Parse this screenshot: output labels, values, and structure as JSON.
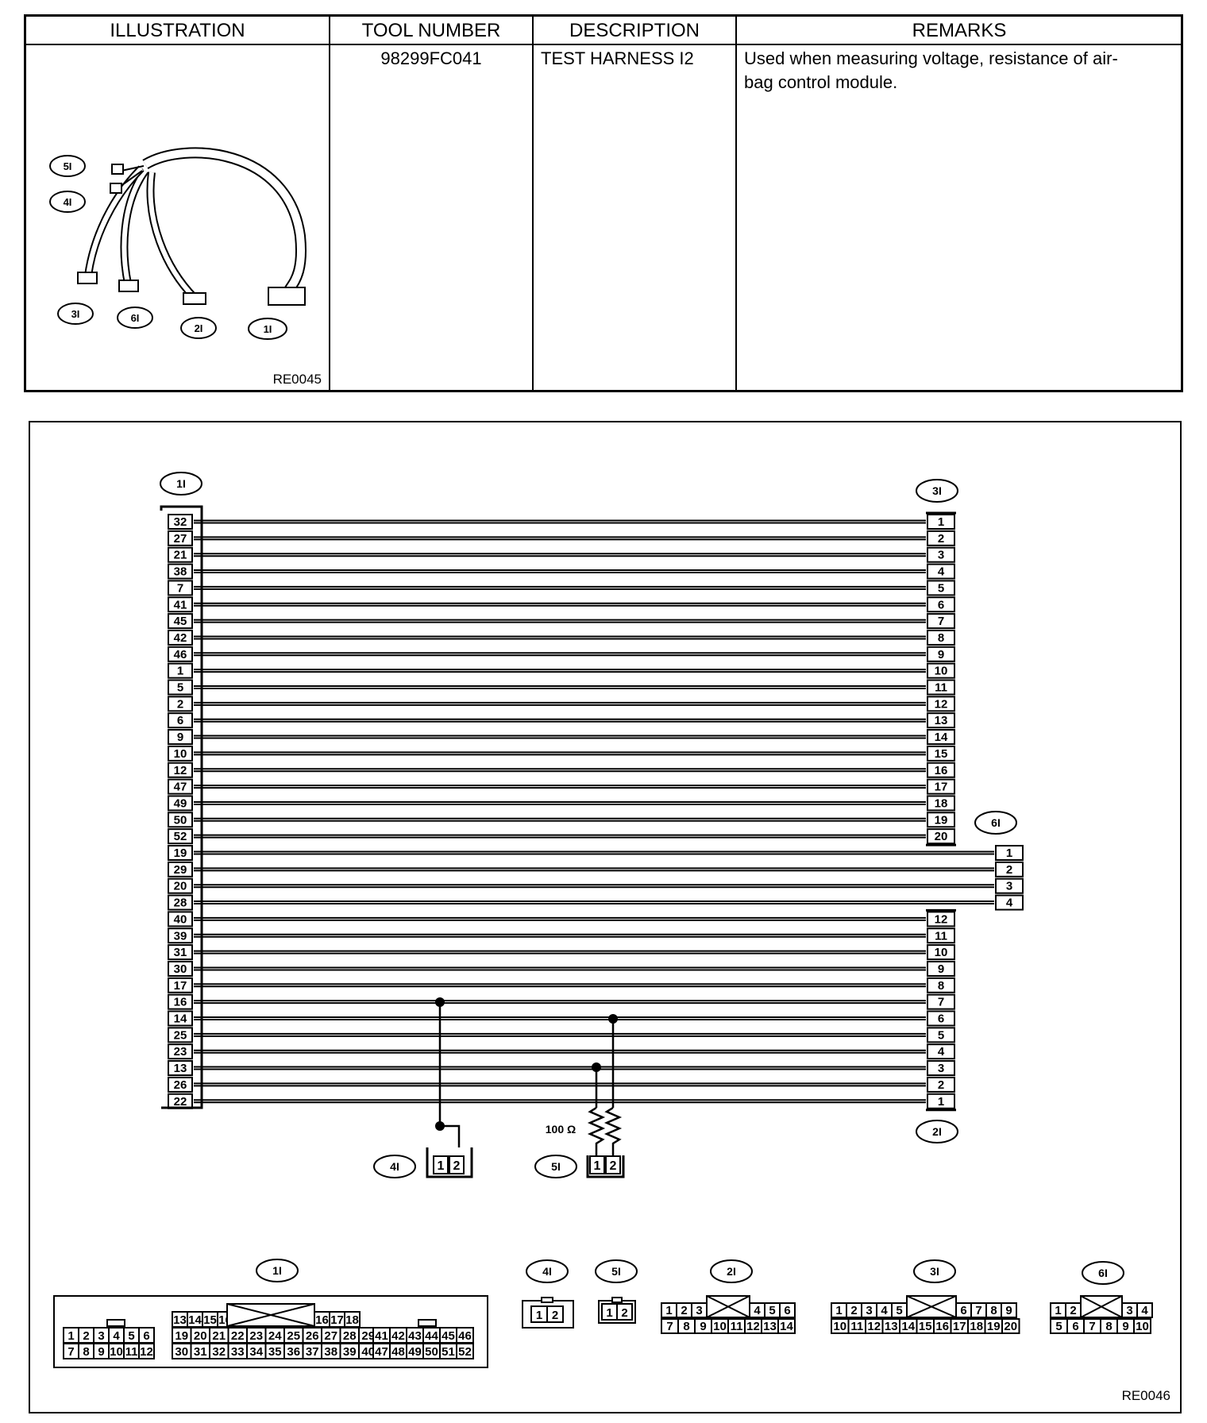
{
  "table": {
    "headers": [
      "ILLUSTRATION",
      "TOOL NUMBER",
      "DESCRIPTION",
      "REMARKS"
    ],
    "tool_number": "98299FC041",
    "description": "TEST HARNESS I2",
    "remarks_line1": "Used when measuring voltage, resistance of air-",
    "remarks_line2": "bag control module.",
    "illustration_code": "RE0045",
    "illustration_labels": [
      "5I",
      "4I",
      "3I",
      "6I",
      "2I",
      "1I"
    ]
  },
  "diagram": {
    "code": "RE0046",
    "resistor_label": "100 Ω",
    "connector_labels": {
      "c1": "1I",
      "c2": "2I",
      "c3": "3I",
      "c4": "4I",
      "c5": "5I",
      "c6": "6I"
    },
    "c1_pins": [
      "32",
      "27",
      "21",
      "38",
      "7",
      "41",
      "45",
      "42",
      "46",
      "1",
      "5",
      "2",
      "6",
      "9",
      "10",
      "12",
      "47",
      "49",
      "50",
      "52",
      "19",
      "29",
      "20",
      "28",
      "40",
      "39",
      "31",
      "30",
      "17",
      "16",
      "14",
      "25",
      "23",
      "13",
      "26",
      "22"
    ],
    "c3_pins": [
      "1",
      "2",
      "3",
      "4",
      "5",
      "6",
      "7",
      "8",
      "9",
      "10",
      "11",
      "12",
      "13",
      "14",
      "15",
      "16",
      "17",
      "18",
      "19",
      "20"
    ],
    "c6_pins": [
      "1",
      "2",
      "3",
      "4"
    ],
    "c2_pins": [
      "12",
      "11",
      "10",
      "9",
      "8",
      "7",
      "6",
      "5",
      "4",
      "3",
      "2",
      "1"
    ],
    "c4_pins": [
      "1",
      "2"
    ],
    "c5_pins": [
      "1",
      "2"
    ]
  },
  "faces": {
    "c1": {
      "top": [
        "13",
        "14",
        "15",
        "16",
        "17",
        "18"
      ],
      "mid_left": [
        "1",
        "2",
        "3",
        "4",
        "5",
        "6"
      ],
      "mid_center": [
        "19",
        "20",
        "21",
        "22",
        "23",
        "24",
        "25",
        "26",
        "27",
        "28",
        "29"
      ],
      "mid_right": [
        "41",
        "42",
        "43",
        "44",
        "45",
        "46"
      ],
      "bot_left": [
        "7",
        "8",
        "9",
        "10",
        "11",
        "12"
      ],
      "bot_center": [
        "30",
        "31",
        "32",
        "33",
        "34",
        "35",
        "36",
        "37",
        "38",
        "39",
        "40"
      ],
      "bot_right": [
        "47",
        "48",
        "49",
        "50",
        "51",
        "52"
      ]
    },
    "c4": [
      "1",
      "2"
    ],
    "c5": [
      "1",
      "2"
    ],
    "c2": {
      "top_left": [
        "1",
        "2",
        "3"
      ],
      "top_right": [
        "4",
        "5",
        "6"
      ],
      "bottom": [
        "7",
        "8",
        "9",
        "10",
        "11",
        "12",
        "13",
        "14"
      ]
    },
    "c3": {
      "top_left": [
        "1",
        "2",
        "3",
        "4",
        "5"
      ],
      "top_right": [
        "6",
        "7",
        "8",
        "9"
      ],
      "bottom": [
        "10",
        "11",
        "12",
        "13",
        "14",
        "15",
        "16",
        "17",
        "18",
        "19",
        "20"
      ]
    },
    "c6": {
      "top_left": [
        "1",
        "2"
      ],
      "top_right": [
        "3",
        "4"
      ],
      "bottom": [
        "5",
        "6",
        "7",
        "8",
        "9",
        "10"
      ]
    }
  }
}
